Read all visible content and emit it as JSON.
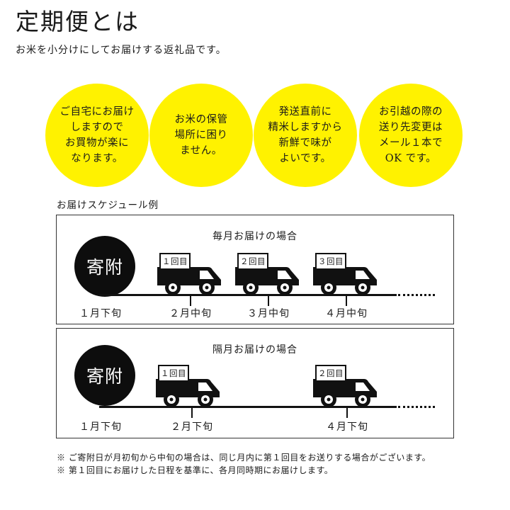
{
  "header": {
    "title": "定期便とは",
    "subtitle": "お米を小分けにしてお届けする返礼品です。"
  },
  "benefits": [
    "ご自宅にお届け\nしますので\nお買物が楽に\nなります。",
    "お米の保管\n場所に困り\nません。",
    "発送直前に\n精米しますから\n新鮮で味が\nよいです。",
    "お引越の際の\n送り先変更は\nメール１本で\nOK です。"
  ],
  "schedule": {
    "label": "お届けスケジュール例",
    "monthly": {
      "title": "毎月お届けの場合",
      "start_badge": "寄附",
      "start_label": "１月下旬",
      "trucks": [
        "１回目",
        "２回目",
        "３回目"
      ],
      "delivery_labels": [
        "２月中旬",
        "３月中旬",
        "４月中旬"
      ]
    },
    "bimonthly": {
      "title": "隔月お届けの場合",
      "start_badge": "寄附",
      "start_label": "１月下旬",
      "trucks": [
        "１回目",
        "２回目"
      ],
      "delivery_labels": [
        "２月下旬",
        "４月下旬"
      ]
    }
  },
  "notes": [
    "※ ご寄附日が月初旬から中旬の場合は、同じ月内に第１回目をお送りする場合がございます。",
    "※ 第１回目にお届けした日程を基準に、各月同時期にお届けします。"
  ],
  "colors": {
    "accent_yellow": "#fff200",
    "ink": "#111111"
  }
}
